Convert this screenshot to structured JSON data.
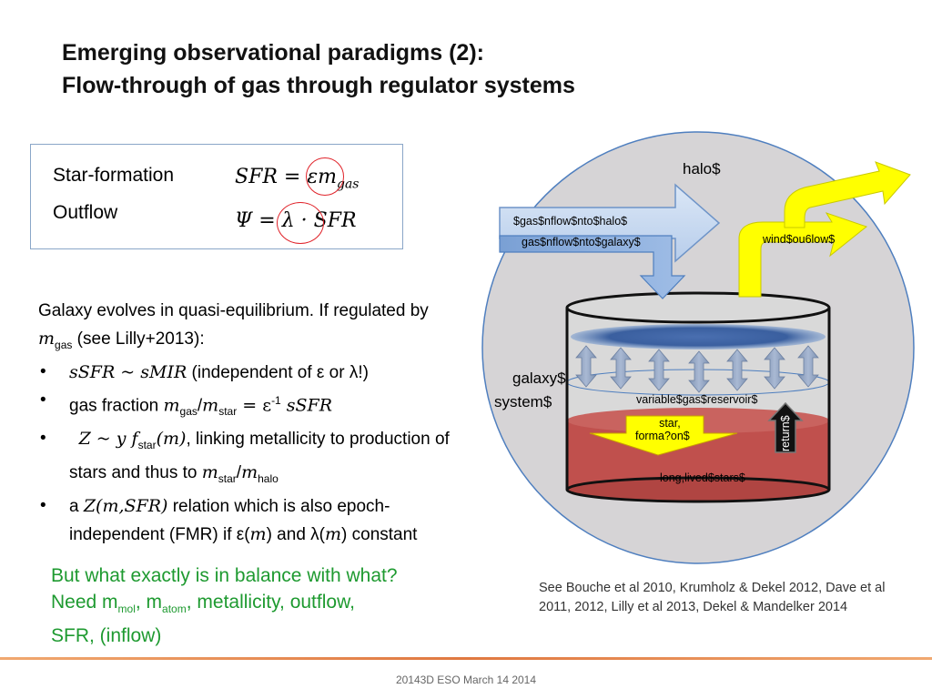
{
  "slide": {
    "title_line1": "Emerging observational paradigms (2):",
    "title_line2": "Flow-through of gas through regulator systems"
  },
  "equations": {
    "star_formation_label": "Star-formation",
    "outflow_label": "Outflow",
    "sfr_eq": "SFR = εm",
    "sfr_eq_sub": "gas",
    "outflow_eq": "Ψ = λ · SFR"
  },
  "body": {
    "intro1": "Galaxy evolves in quasi-equilibrium.  If regulated by ",
    "intro_m": "m",
    "intro_sub": "gas",
    "intro2": " (see Lilly+2013):",
    "b1_math": "sSFR ~ sMIR",
    "b1_text": " (independent of ε or λ!)",
    "b2_text": "gas fraction ",
    "b2_m1": "m",
    "b2_sub1": "gas",
    "b2_slash": "/",
    "b2_m2": "m",
    "b2_sub2": "star",
    "b2_eq": " = ε",
    "b2_sup": "-1",
    "b2_ssfr": " sSFR",
    "b3_math": "Z ~ y f",
    "b3_sub": "star",
    "b3_m": "(m)",
    "b3_text": ", linking metallicity to production of stars and thus to ",
    "b3_m1": "m",
    "b3_sub1": "star",
    "b3_slash": "/",
    "b3_m2": "m",
    "b3_sub2": "halo",
    "b4_a": "a ",
    "b4_math": "Z(m,SFR)",
    "b4_text": " relation which is also epoch-independent (FMR) if ε(",
    "b4_m1": "m",
    "b4_and": ") and λ(",
    "b4_m2": "m",
    "b4_end": ") constant"
  },
  "question": {
    "line1": "But what exactly is in balance with what?",
    "line2a": "Need m",
    "sub_mol": "mol",
    "line2b": ", m",
    "sub_atom": "atom",
    "line2c": ", metallicity, outflow,",
    "line3": "SFR, (inflow)"
  },
  "references": "See Bouche et al 2010, Krumholz & Dekel 2012, Dave et al 2011, 2012, Lilly et al 2013, Dekel & Mandelker 2014",
  "footer": "20143D ESO March 14 2014",
  "diagram": {
    "halo_label": "halo$",
    "galaxy_label_1": "galaxy$",
    "galaxy_label_2": "system$",
    "inflow_halo": "$gas$nflow$nto$halo$",
    "inflow_galaxy": "gas$nflow$nto$galaxy$",
    "wind_label": "wind$ou6low$",
    "reservoir_label": "variable$gas$reservoir$",
    "sf_line1": "star,",
    "sf_line2": "forma?on$",
    "return_label": "return$",
    "stars_label": "long,lived$stars$",
    "colors": {
      "halo_fill": "#d6d4d6",
      "halo_stroke": "#4f7fbf",
      "inflow_fill": "#c6d9f1",
      "inflow_inner": "#8db0e0",
      "wind_fill": "#ffff00",
      "stars_fill": "#c0504d",
      "return_fill": "#111111",
      "circle_red": "#e0232a",
      "text_green": "#1e9a30"
    }
  }
}
